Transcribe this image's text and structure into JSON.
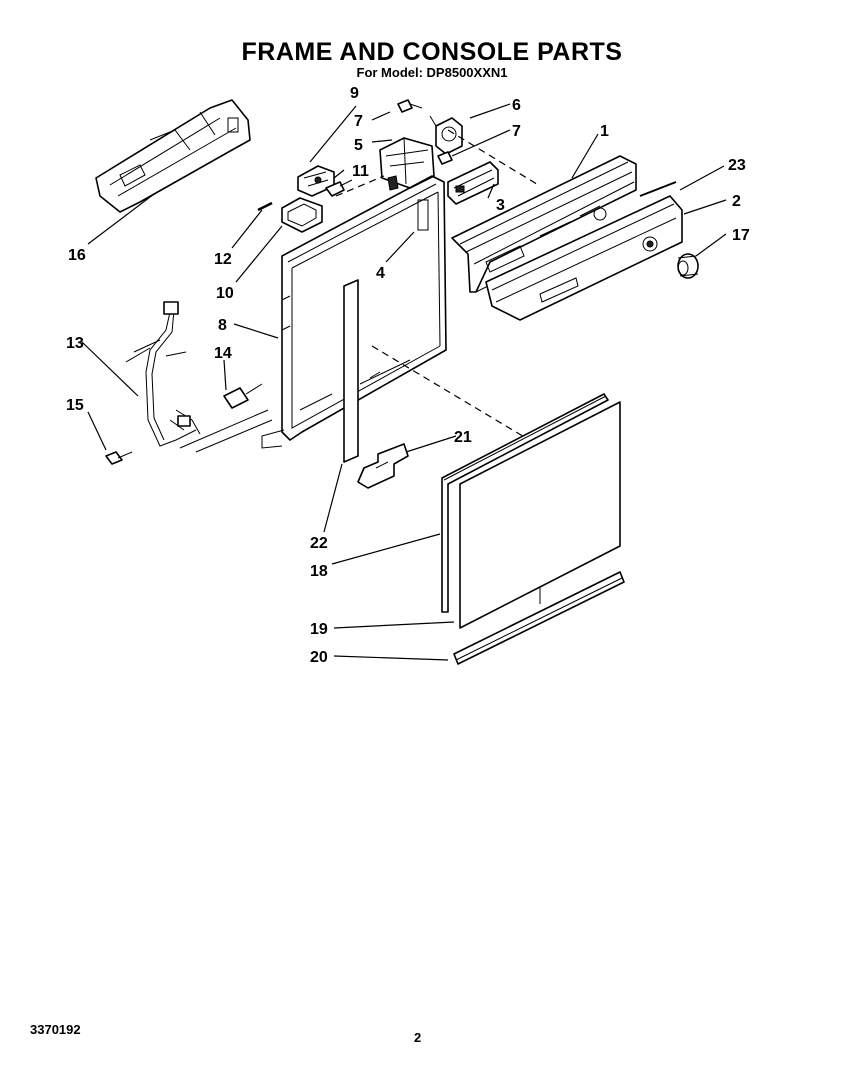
{
  "header": {
    "title": "FRAME AND CONSOLE PARTS",
    "subtitle": "For Model: DP8500XXN1"
  },
  "footer": {
    "doc_number": "3370192",
    "page_number": "2"
  },
  "callouts": {
    "c1": "1",
    "c2": "2",
    "c3": "3",
    "c4": "4",
    "c5": "5",
    "c6": "6",
    "c7a": "7",
    "c7b": "7",
    "c8": "8",
    "c9": "9",
    "c10": "10",
    "c11": "11",
    "c12": "12",
    "c13": "13",
    "c14": "14",
    "c15": "15",
    "c16": "16",
    "c17": "17",
    "c18": "18",
    "c19": "19",
    "c20": "20",
    "c21": "21",
    "c22": "22",
    "c23": "23"
  }
}
